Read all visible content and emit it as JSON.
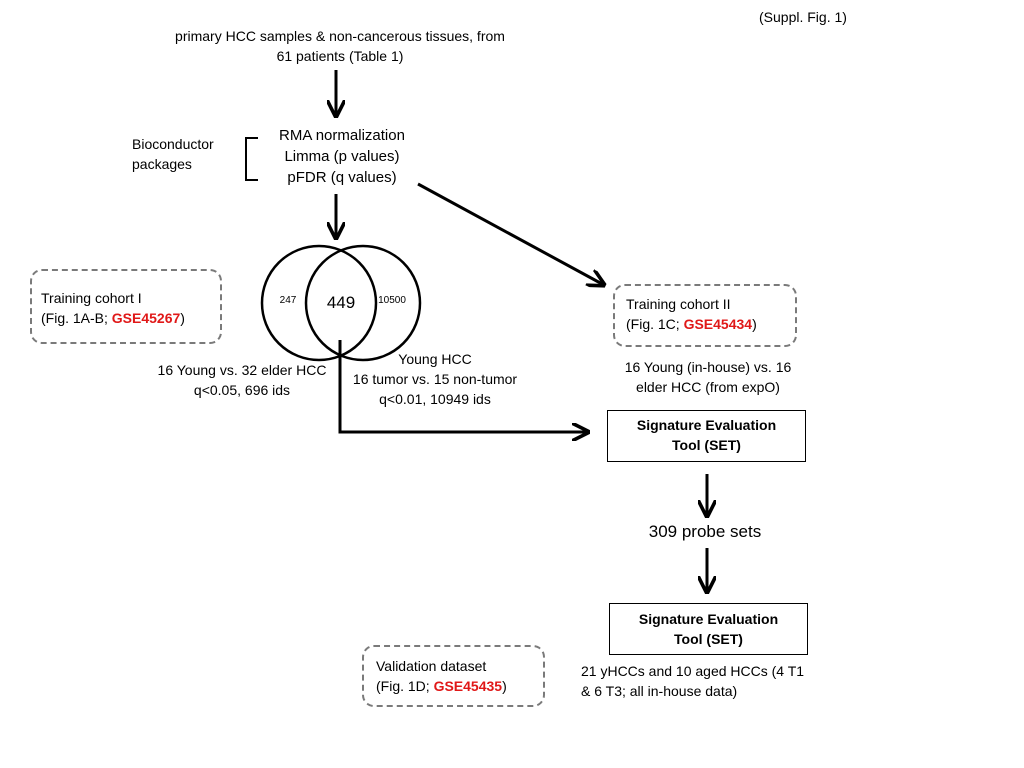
{
  "corner_label": "(Suppl. Fig. 1)",
  "source": {
    "line1": "primary HCC samples & non-cancerous tissues, from",
    "line2": "61 patients (Table 1)"
  },
  "bioconductor": {
    "line1": "Bioconductor",
    "line2": "packages"
  },
  "processing": {
    "line1": "RMA normalization",
    "line2": "Limma (p values)",
    "line3": "pFDR (q values)"
  },
  "venn": {
    "left_only": "247",
    "overlap": "449",
    "right_only": "10500"
  },
  "venn_left_caption": {
    "line1": "16 Young vs. 32 elder HCC",
    "line2": "q<0.05, 696 ids"
  },
  "venn_right_caption": {
    "line1": "Young HCC",
    "line2": "16 tumor vs. 15 non-tumor",
    "line3": "q<0.01, 10949 ids"
  },
  "training_cohort_1": {
    "title": "Training cohort I",
    "prefix": "(Fig. 1A-B; ",
    "accession": "GSE45267",
    "suffix": ")"
  },
  "training_cohort_2": {
    "title": "Training cohort II",
    "prefix": "(Fig. 1C; ",
    "accession": "GSE45434",
    "suffix": ")"
  },
  "cohort_2_caption": {
    "line1": "16 Young (in-house) vs. 16",
    "line2": "elder HCC (from expO)"
  },
  "set_box_1": {
    "line1": "Signature Evaluation",
    "line2": "Tool (SET)"
  },
  "probe_sets": "309 probe sets",
  "set_box_2": {
    "line1": "Signature Evaluation",
    "line2": "Tool (SET)"
  },
  "validation": {
    "title": "Validation dataset",
    "prefix": "(Fig. 1D; ",
    "accession": "GSE45435",
    "suffix": ")"
  },
  "validation_caption": {
    "line1": "21 yHCCs and 10 aged HCCs (4 T1",
    "line2": "& 6 T3; all in-house data)"
  },
  "colors": {
    "accession": "#e01818",
    "dashed_border": "#7a7a7a"
  }
}
